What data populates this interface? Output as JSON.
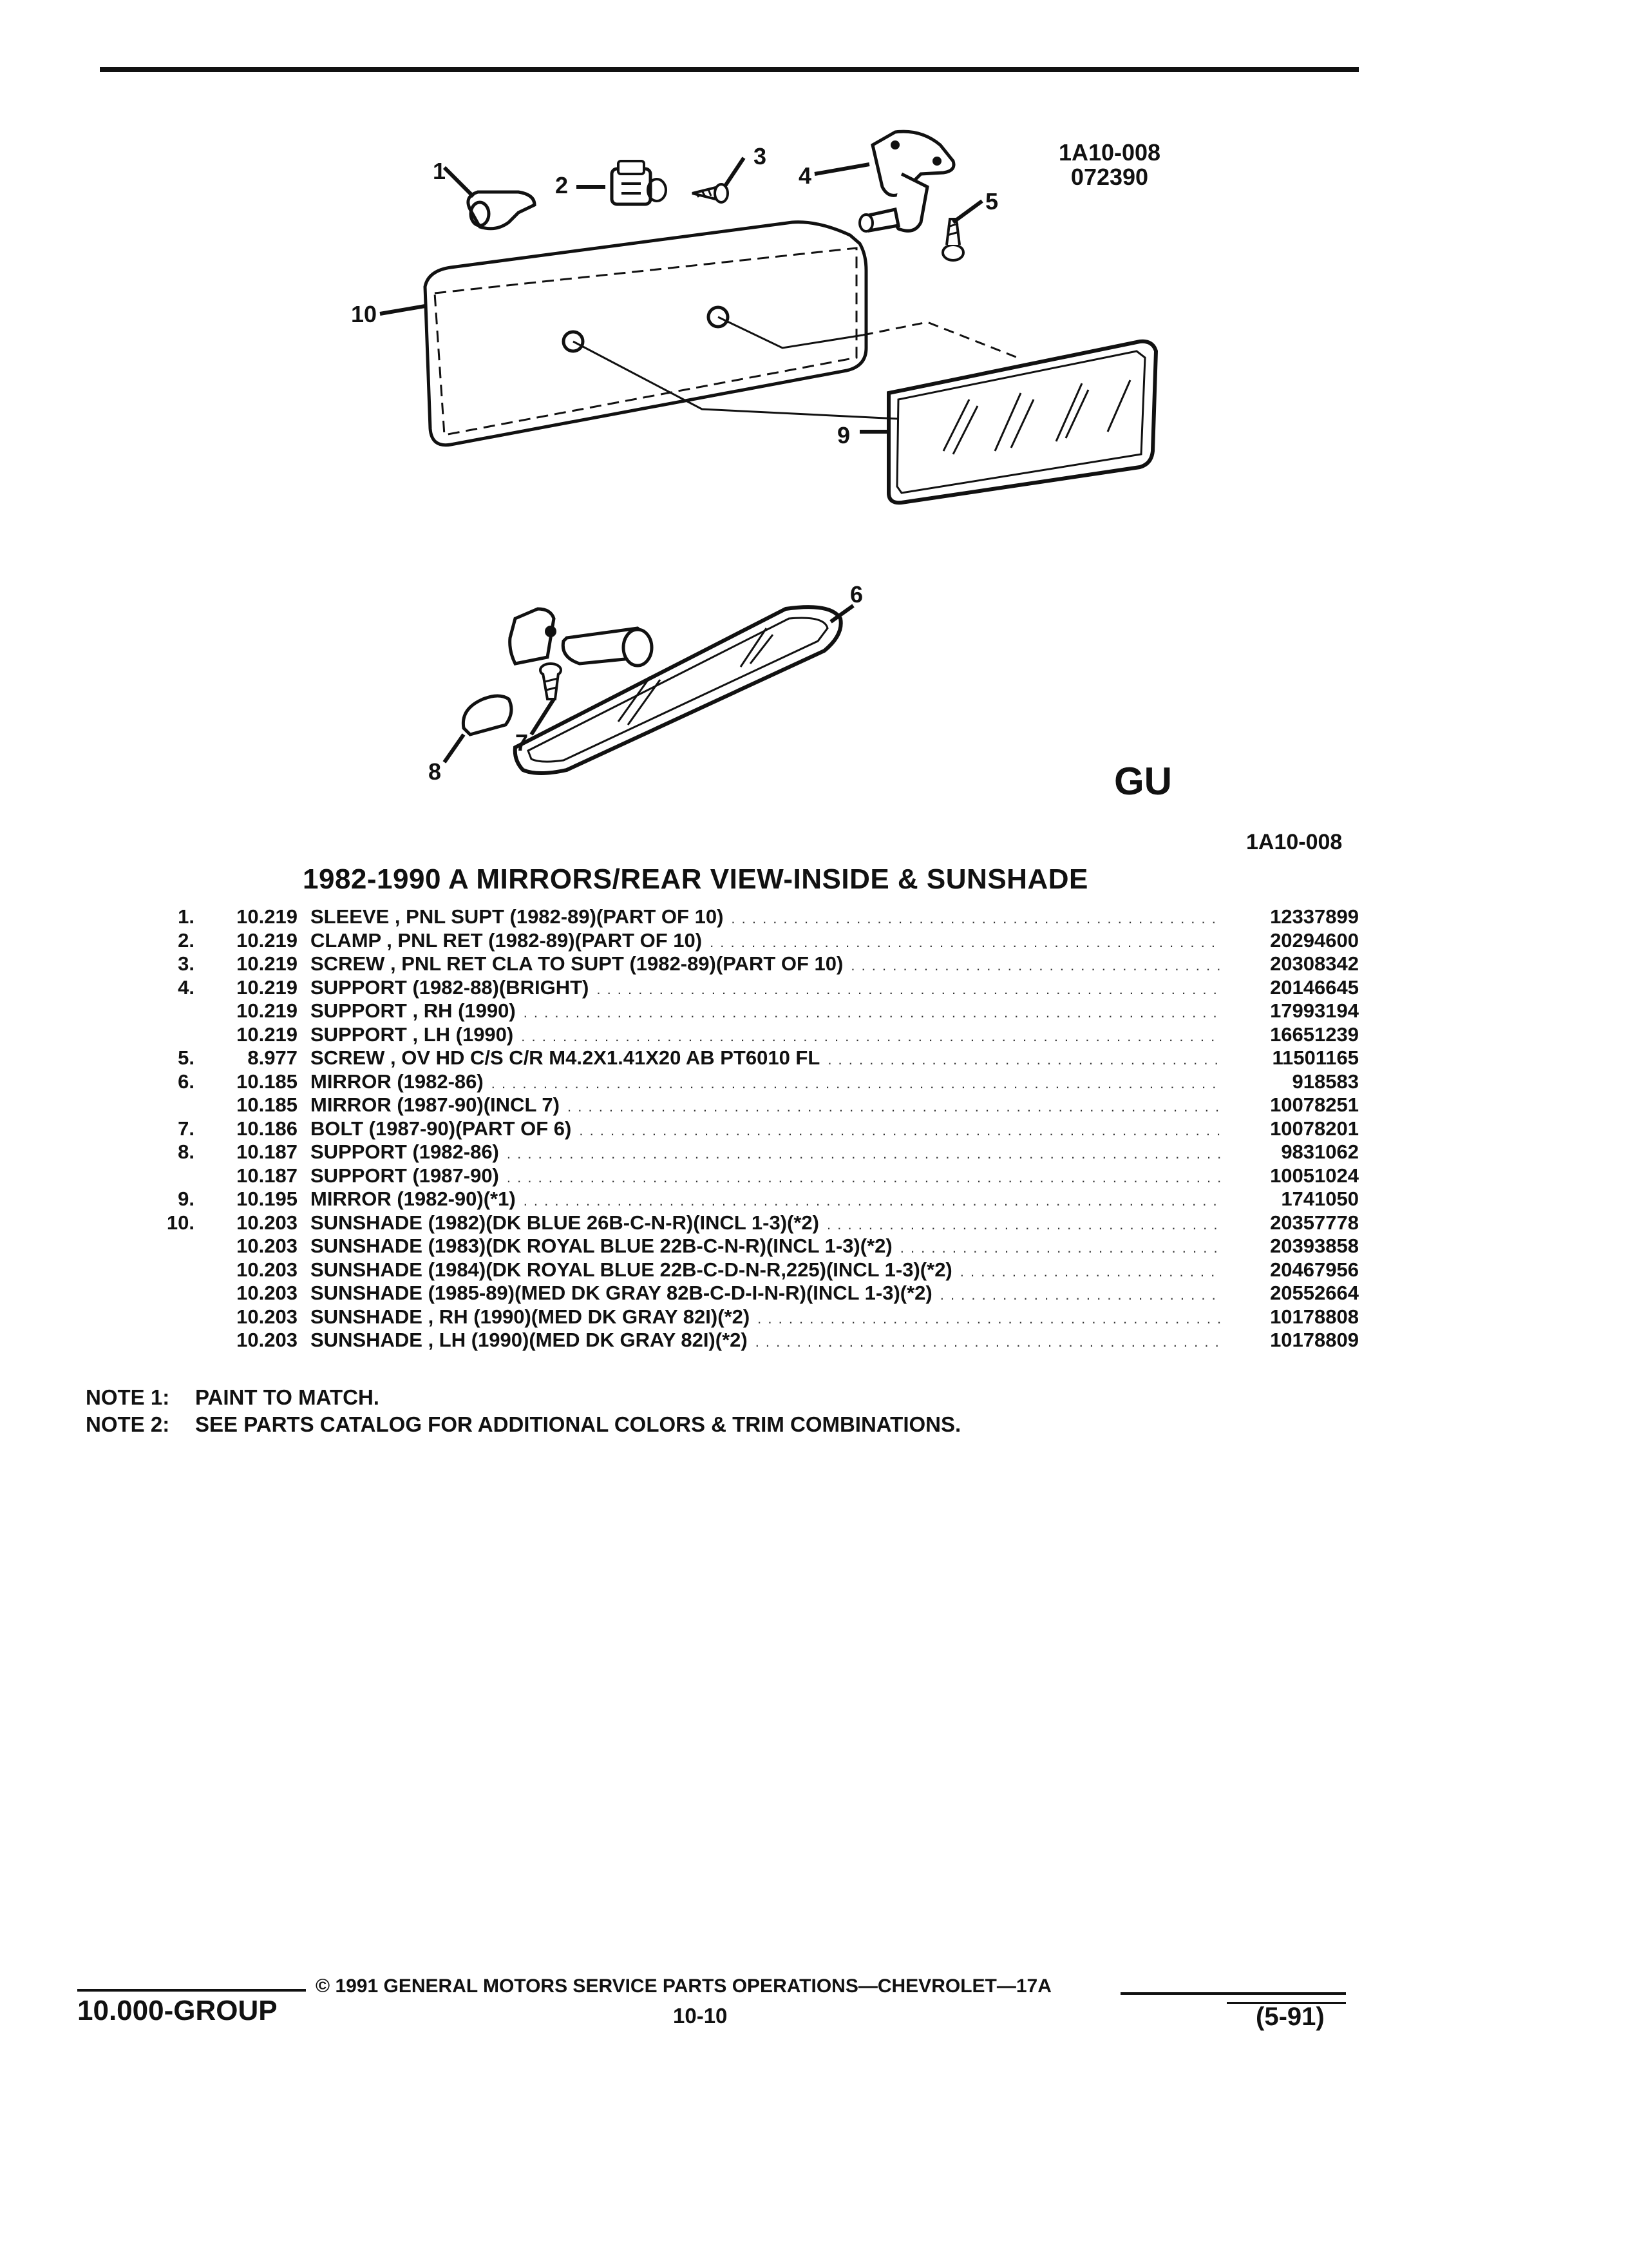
{
  "header": {
    "figure_ref": "1A10-008",
    "figure_date": "072390"
  },
  "diagram": {
    "callouts": [
      "1",
      "2",
      "3",
      "4",
      "5",
      "6",
      "7",
      "8",
      "9",
      "10"
    ],
    "logo_mark": "GU",
    "ref_below": "1A10-008"
  },
  "section_title": "1982-1990 A MIRRORS/REAR VIEW-INSIDE & SUNSHADE",
  "parts": [
    {
      "item": "1.",
      "group": "10.219",
      "desc": "SLEEVE , PNL SUPT (1982-89)(PART OF 10)",
      "part_no": "12337899"
    },
    {
      "item": "2.",
      "group": "10.219",
      "desc": "CLAMP , PNL RET (1982-89)(PART OF 10)",
      "part_no": "20294600"
    },
    {
      "item": "3.",
      "group": "10.219",
      "desc": "SCREW , PNL RET CLA TO SUPT (1982-89)(PART OF 10)",
      "part_no": "20308342"
    },
    {
      "item": "4.",
      "group": "10.219",
      "desc": "SUPPORT (1982-88)(BRIGHT)",
      "part_no": "20146645"
    },
    {
      "item": "",
      "group": "10.219",
      "desc": "SUPPORT , RH (1990)",
      "part_no": "17993194"
    },
    {
      "item": "",
      "group": "10.219",
      "desc": "SUPPORT , LH (1990)",
      "part_no": "16651239"
    },
    {
      "item": "5.",
      "group": "8.977",
      "desc": "SCREW , OV HD C/S C/R M4.2X1.41X20 AB PT6010 FL",
      "part_no": "11501165"
    },
    {
      "item": "6.",
      "group": "10.185",
      "desc": "MIRROR (1982-86)",
      "part_no": "918583"
    },
    {
      "item": "",
      "group": "10.185",
      "desc": "MIRROR (1987-90)(INCL 7)",
      "part_no": "10078251"
    },
    {
      "item": "7.",
      "group": "10.186",
      "desc": "BOLT (1987-90)(PART OF 6)",
      "part_no": "10078201"
    },
    {
      "item": "8.",
      "group": "10.187",
      "desc": "SUPPORT (1982-86)",
      "part_no": "9831062"
    },
    {
      "item": "",
      "group": "10.187",
      "desc": "SUPPORT (1987-90)",
      "part_no": "10051024"
    },
    {
      "item": "9.",
      "group": "10.195",
      "desc": "MIRROR (1982-90)(*1)",
      "part_no": "1741050"
    },
    {
      "item": "10.",
      "group": "10.203",
      "desc": "SUNSHADE (1982)(DK BLUE 26B-C-N-R)(INCL 1-3)(*2)",
      "part_no": "20357778"
    },
    {
      "item": "",
      "group": "10.203",
      "desc": "SUNSHADE (1983)(DK ROYAL BLUE 22B-C-N-R)(INCL 1-3)(*2)",
      "part_no": "20393858"
    },
    {
      "item": "",
      "group": "10.203",
      "desc": "SUNSHADE (1984)(DK ROYAL BLUE 22B-C-D-N-R,225)(INCL 1-3)(*2)",
      "part_no": "20467956"
    },
    {
      "item": "",
      "group": "10.203",
      "desc": "SUNSHADE (1985-89)(MED DK GRAY 82B-C-D-I-N-R)(INCL 1-3)(*2)",
      "part_no": "20552664"
    },
    {
      "item": "",
      "group": "10.203",
      "desc": "SUNSHADE , RH (1990)(MED DK GRAY 82I)(*2)",
      "part_no": "10178808"
    },
    {
      "item": "",
      "group": "10.203",
      "desc": "SUNSHADE , LH (1990)(MED DK GRAY 82I)(*2)",
      "part_no": "10178809"
    }
  ],
  "notes": [
    {
      "label": "NOTE 1:",
      "text": "PAINT TO MATCH."
    },
    {
      "label": "NOTE 2:",
      "text": "SEE PARTS CATALOG FOR ADDITIONAL COLORS & TRIM COMBINATIONS."
    }
  ],
  "footer": {
    "copyright": "© 1991 GENERAL MOTORS SERVICE PARTS OPERATIONS—CHEVROLET—17A",
    "group": "10.000-GROUP",
    "page": "10-10",
    "date_code": "(5-91)"
  }
}
